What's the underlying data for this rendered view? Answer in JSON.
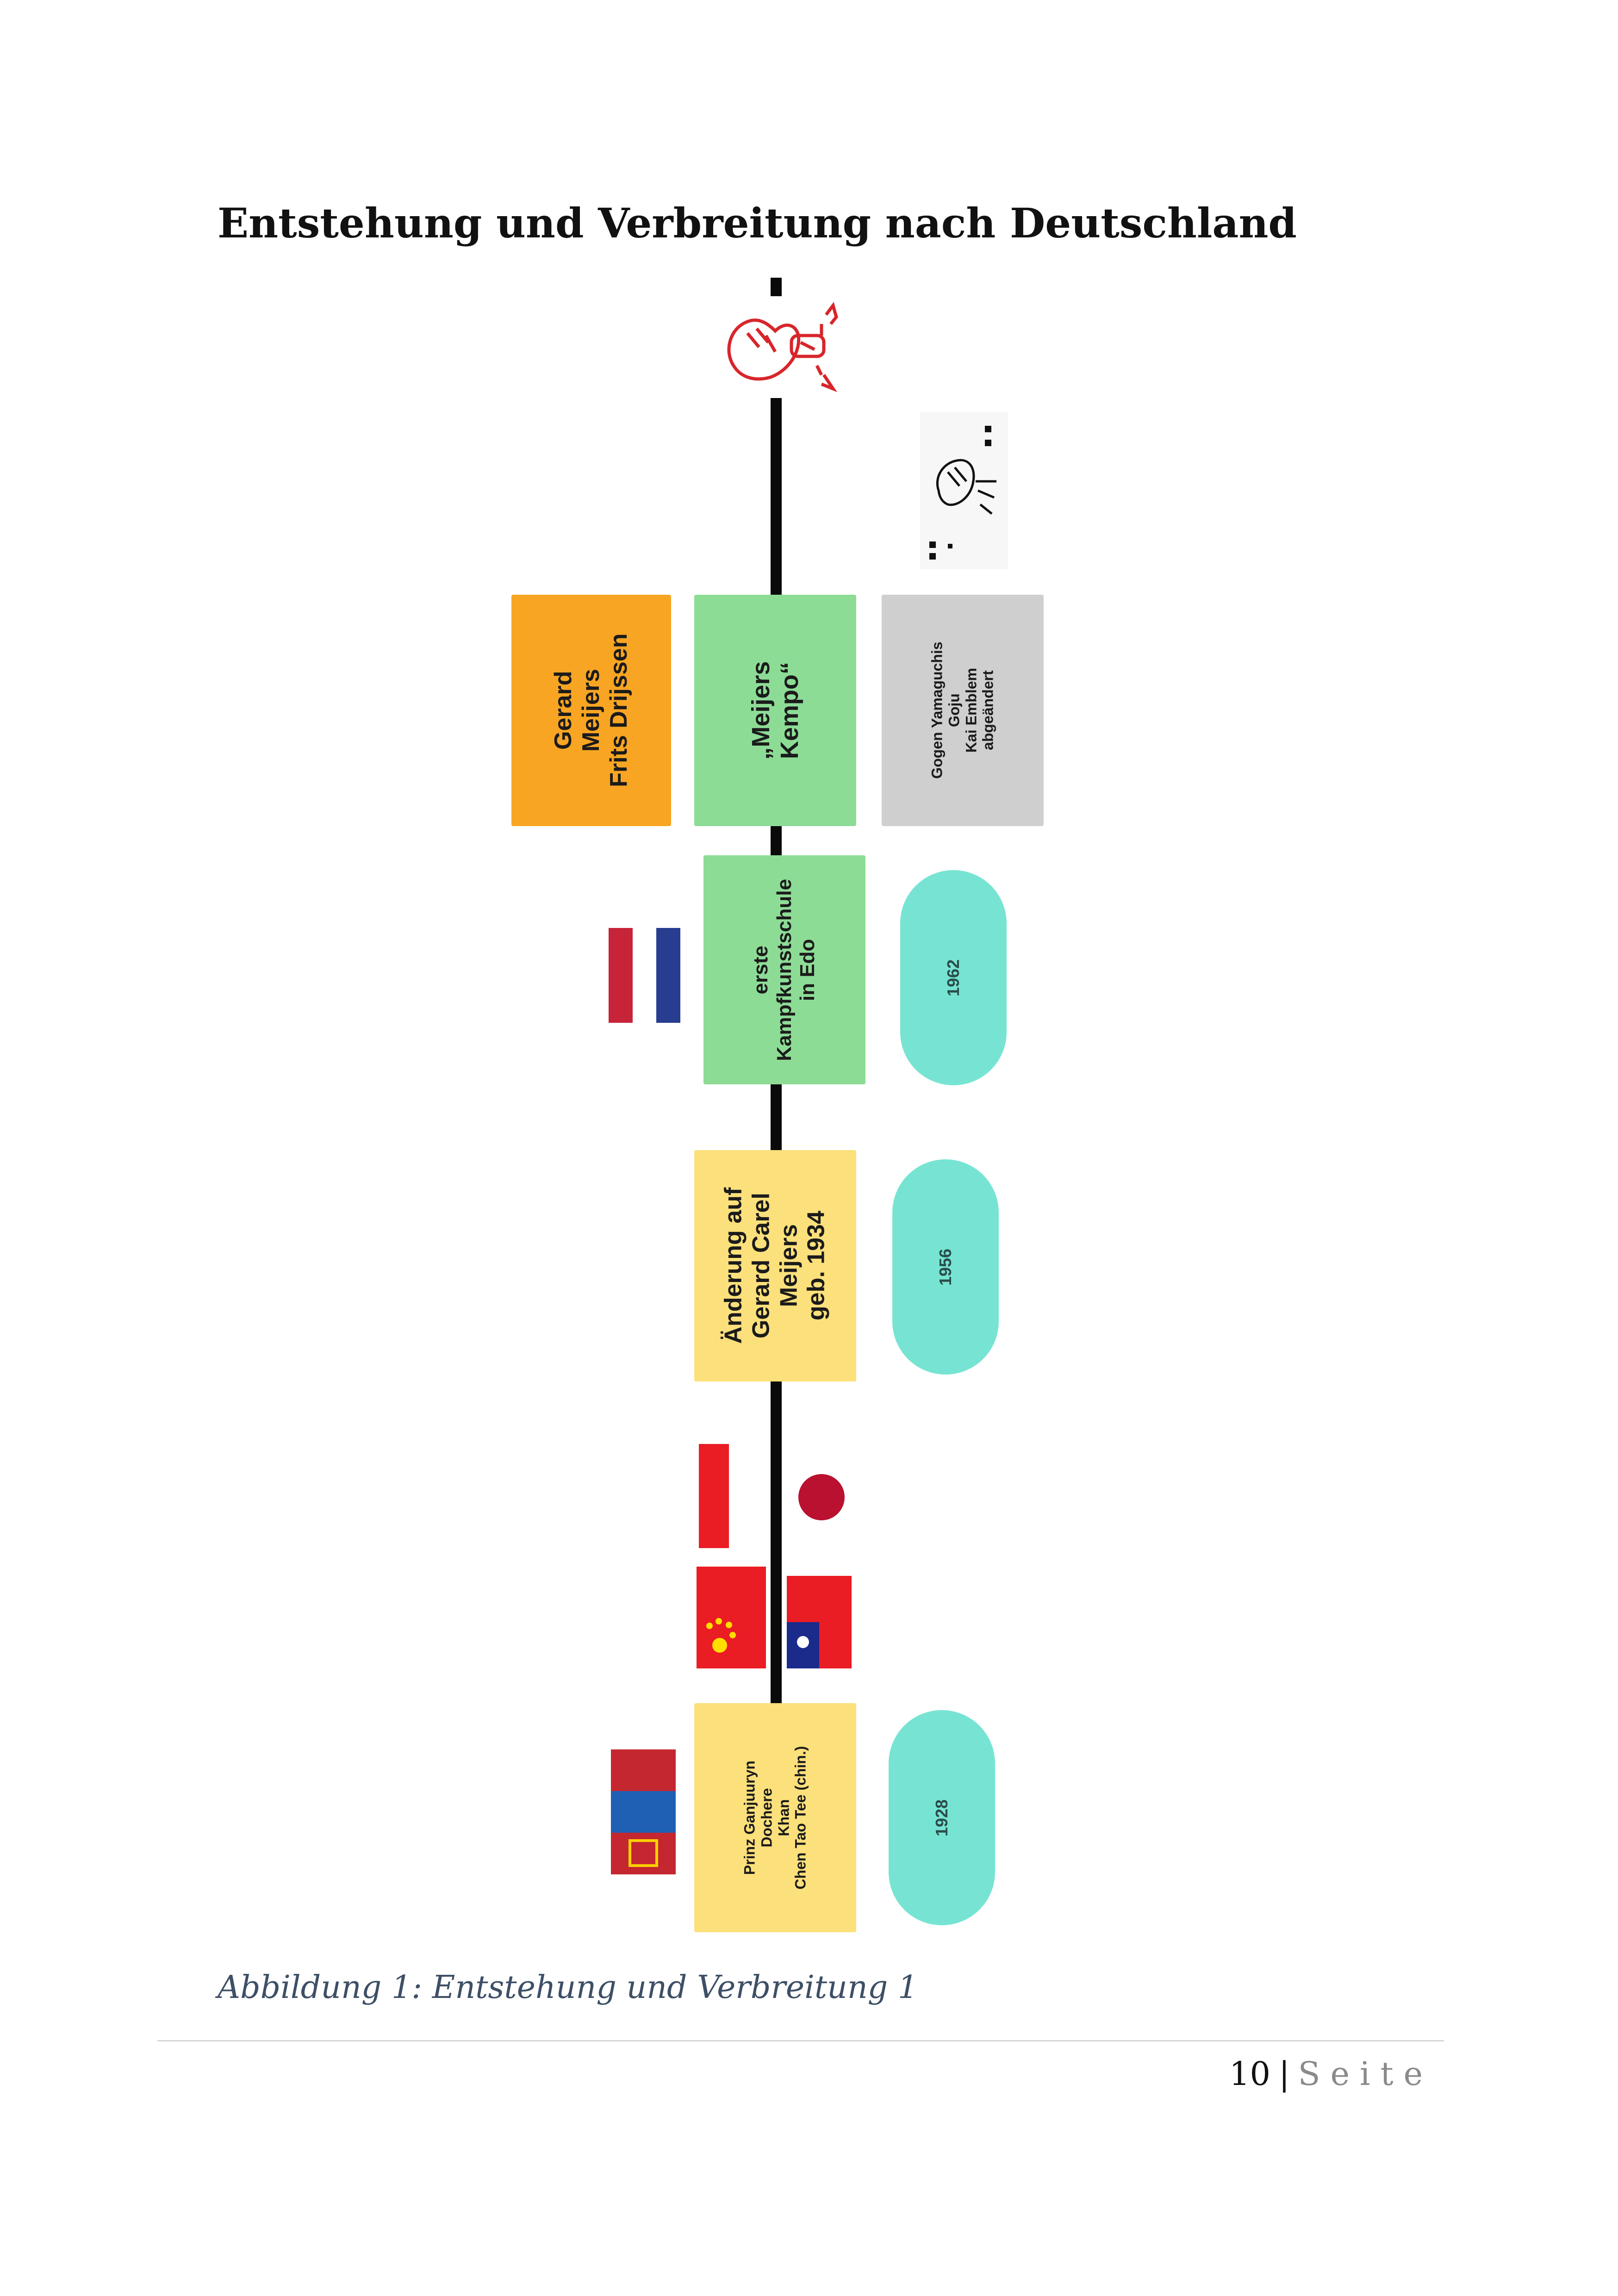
{
  "heading": "Entstehung und Verbreitung nach Deutschland",
  "timeline": {
    "founders_box": "Gerard Meijers\nFrits Drijssen",
    "meijers_kempo_box": "„Meijers Kempo“",
    "gray_box": "Gogen Yamaguchis Goju\nKai Emblem abgeändert",
    "first_school_box": "erste\nKampfkunstschule\nin Edo",
    "change_box": "Änderung auf\nGerard Carel\nMeijers\ngeb. 1934",
    "prince_box": "Prinz Ganjuuryn Dochere\nKhan\nChen Tao Tee (chin.)",
    "years": [
      "1962",
      "1956",
      "1928"
    ]
  },
  "caption": "Abbildung 1: Entstehung und Verbreitung 1",
  "footer": {
    "page_number": "10",
    "separator": "|",
    "page_word": "Seite"
  },
  "colors": {
    "orange": "#f8a523",
    "green": "#8ddc96",
    "gray": "#cfcfcf",
    "yellow": "#fce07b",
    "teal": "#77e4d3",
    "axis": "#0a0a0a"
  }
}
